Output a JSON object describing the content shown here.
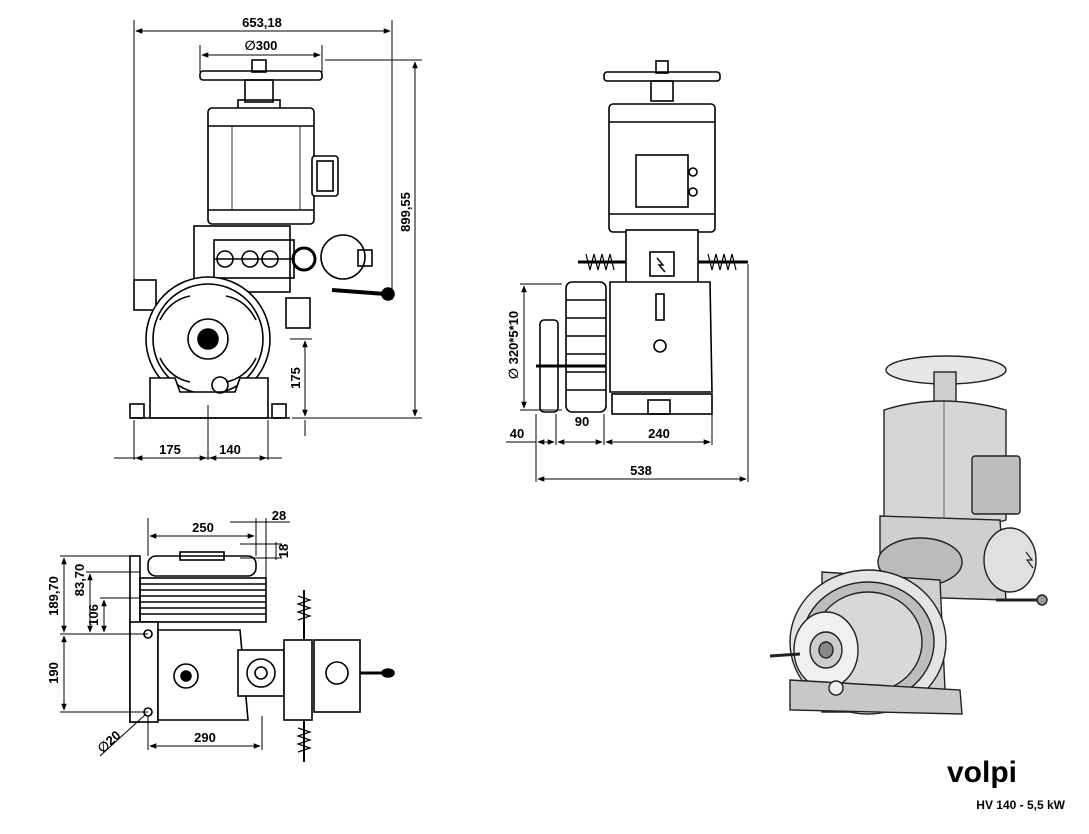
{
  "drawing": {
    "front_view": {
      "overall_width": "653,18",
      "handwheel_diameter": "∅300",
      "overall_height": "899,55",
      "shaft_height": "175",
      "left_offset": "175",
      "right_offset": "140"
    },
    "side_view": {
      "sheave_diameter": "∅ 320*5*10",
      "dim_40": "40",
      "dim_90": "90",
      "dim_240": "240",
      "total_width": "538"
    },
    "top_view": {
      "dim_250": "250",
      "dim_28": "28",
      "dim_18": "18",
      "dim_189_70": "189,70",
      "dim_83_70": "83,70",
      "dim_106": "106",
      "dim_190": "190",
      "dim_290": "290",
      "hole_diameter": "∅20"
    }
  },
  "brand": {
    "logo_text": "volpi",
    "model": "HV 140 - 5,5 kW",
    "accent_color": "#f07d00"
  },
  "colors": {
    "line": "#000000",
    "background": "#ffffff",
    "shade": "#d9d9d9"
  }
}
